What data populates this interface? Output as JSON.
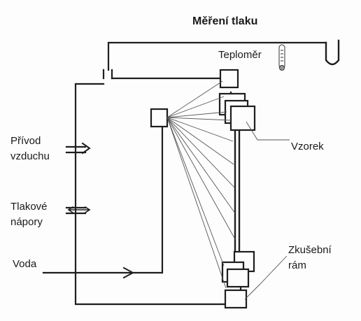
{
  "title": "Měření tlaku",
  "labels": {
    "thermometer": "Teploměr",
    "sample": "Vzorek",
    "air_supply_line1": "Přívod",
    "air_supply_line2": "vzduchu",
    "pressure_line1": "Tlakové",
    "pressure_line2": "nápory",
    "water": "Voda",
    "frame_line1": "Zkušební",
    "frame_line2": "rám"
  },
  "colors": {
    "line": "#1e1e1e",
    "thin_line": "#555555",
    "background": "#fdfdfd"
  }
}
